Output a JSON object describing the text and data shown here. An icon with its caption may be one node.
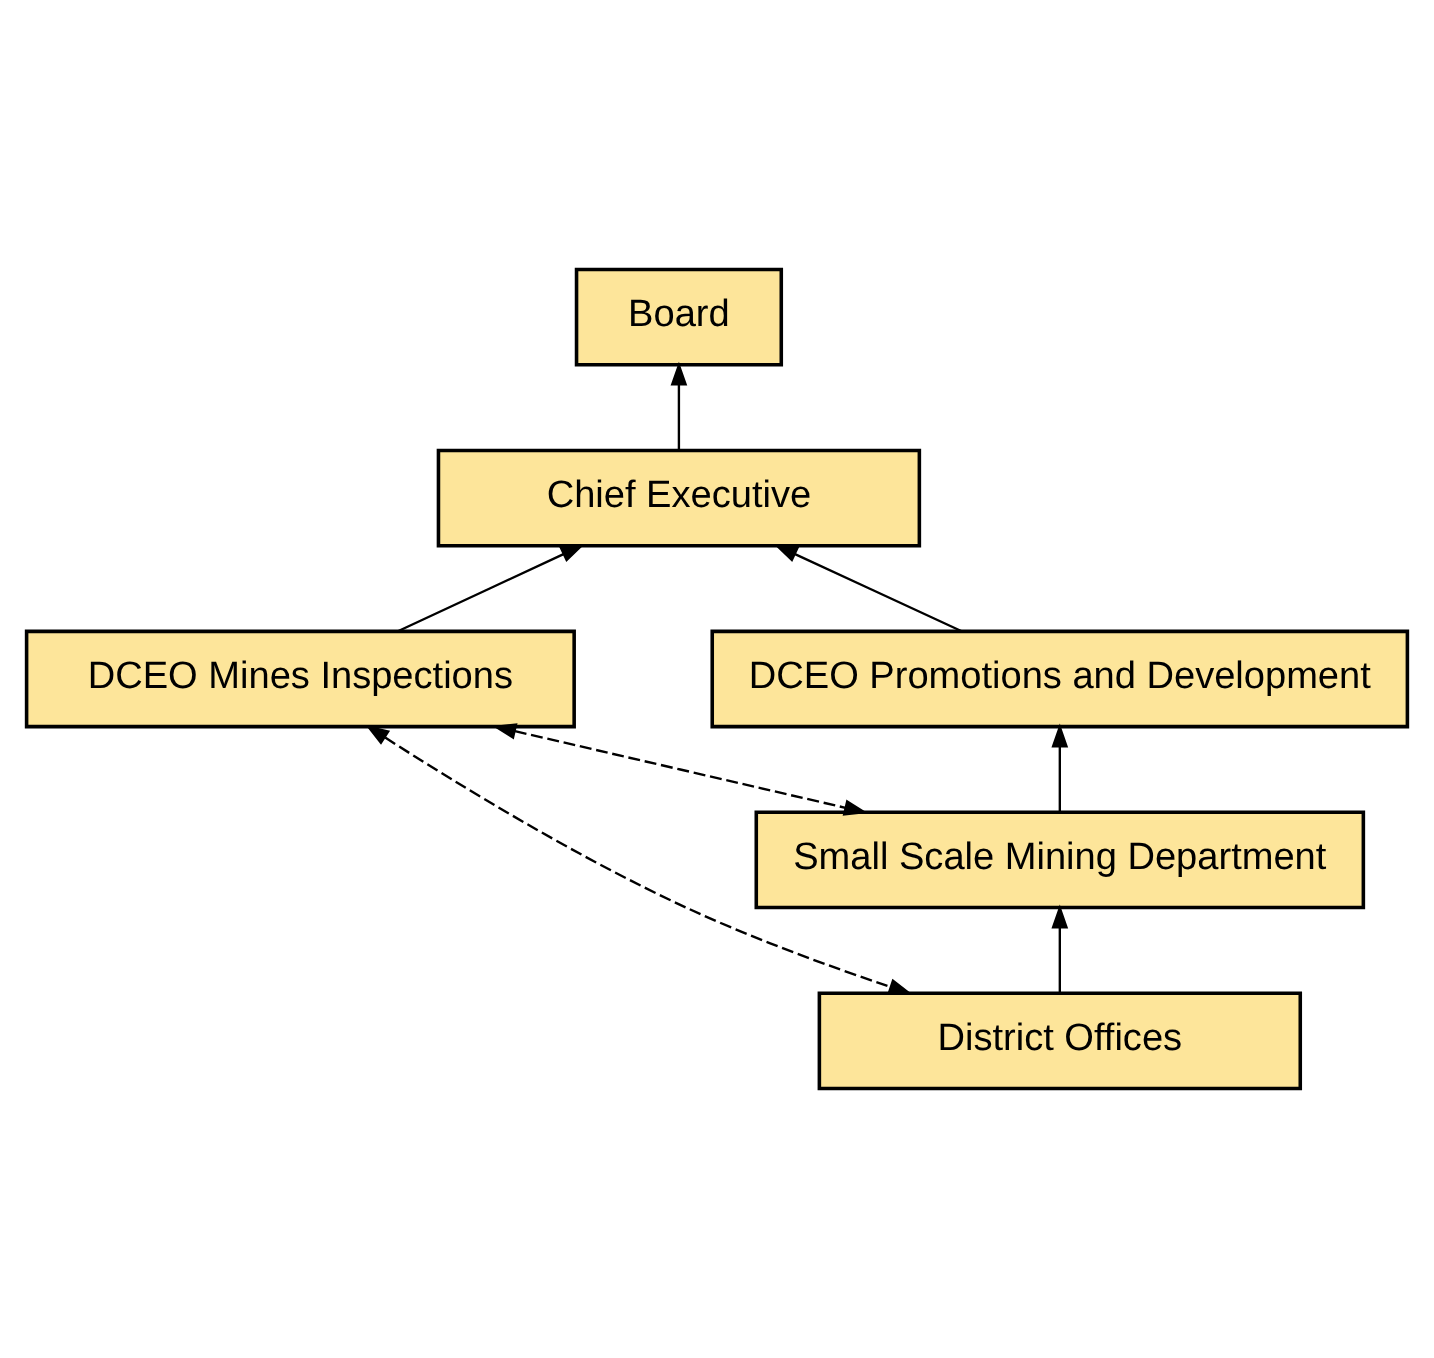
{
  "diagram": {
    "nodes": [
      {
        "text": [
          "Board"
        ]
      },
      {
        "text": [
          "Chief Executive"
        ]
      },
      {
        "text": [
          "DCEO Promotions and Development"
        ]
      },
      {
        "text": [
          "DCEO Mines Inspections"
        ]
      },
      {
        "text": [
          "Small Scale Mining Department"
        ]
      },
      {
        "text": [
          "District Offices"
        ]
      }
    ],
    "edges": [
      {
        "from": 1,
        "to": 0,
        "arrow": "to"
      },
      {
        "from": 2,
        "to": 1,
        "arrow": "to"
      },
      {
        "from": 3,
        "to": 1,
        "arrow": "to"
      },
      {
        "from": 4,
        "to": 2,
        "arrow": "to"
      },
      {
        "from": 5,
        "to": 4,
        "arrow": "to"
      },
      {
        "from": 3,
        "to": 4,
        "arrow": "both",
        "style": "dashed"
      },
      {
        "from": 3,
        "to": 5,
        "arrow": "both",
        "style": "dashed"
      }
    ]
  }
}
